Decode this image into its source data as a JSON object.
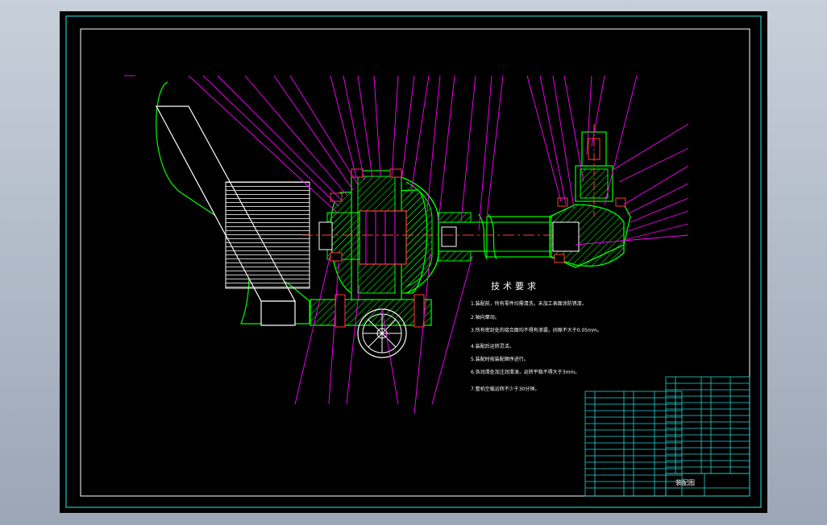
{
  "drawing": {
    "title_block_name": "装配图",
    "technical_requirements": {
      "heading": "技术要求",
      "items": [
        "1.装配前，所有零件均需清洗，未加工表面涂防锈漆。",
        "2.轴向窜动。",
        "3.所有密封处的接合面均不得有渗漏，间隙不大于0.05mm。",
        "4.装配后运转灵活。",
        "5.装配时按装配顺序进行。",
        "6.各润滑处加注润滑油，运转平稳不得大于3mm。",
        "7.整机空载运转不少于30分钟。"
      ]
    },
    "colors": {
      "frame": "#22c4c4",
      "leader": "#ff00ff",
      "body": "#00ff00",
      "hatch": "#00e000",
      "part_red": "#ff3b3b",
      "title_block": "#2ad0d0",
      "background": "#000000"
    }
  }
}
